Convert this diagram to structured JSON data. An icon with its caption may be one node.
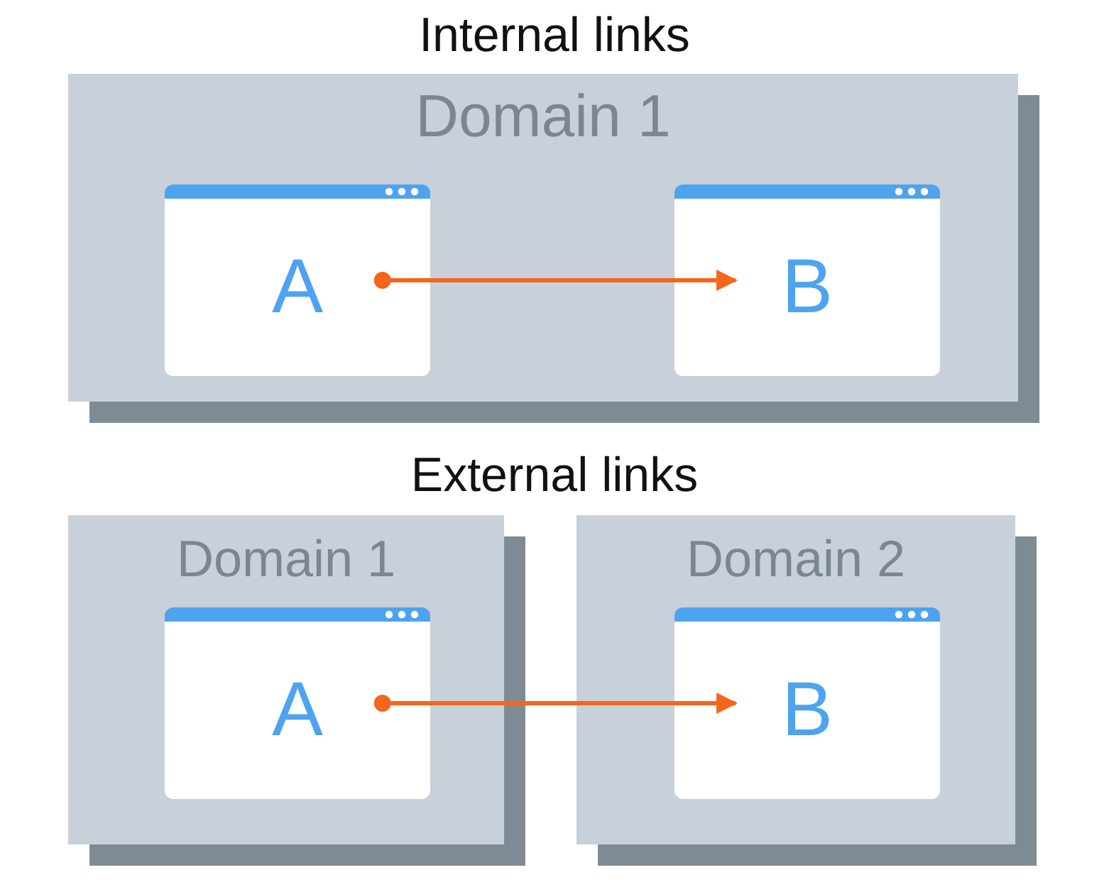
{
  "diagram": {
    "nodes": [
      {
        "text": [
          "Domain 1"
        ]
      },
      {
        "text": [
          "A"
        ],
        "in": 0
      },
      {
        "text": [
          "B"
        ],
        "in": 0
      },
      {
        "text": [
          "Domain 1"
        ]
      },
      {
        "text": [
          "A"
        ],
        "in": 3
      },
      {
        "text": [
          "Domain 2"
        ]
      },
      {
        "text": [
          "B"
        ],
        "in": 5
      }
    ],
    "edges": [
      {
        "from": 1,
        "to": 2,
        "arrow": "to"
      },
      {
        "from": 4,
        "to": 6,
        "arrow": "to"
      }
    ],
    "labels": [
      "Internal links",
      "External links"
    ]
  }
}
